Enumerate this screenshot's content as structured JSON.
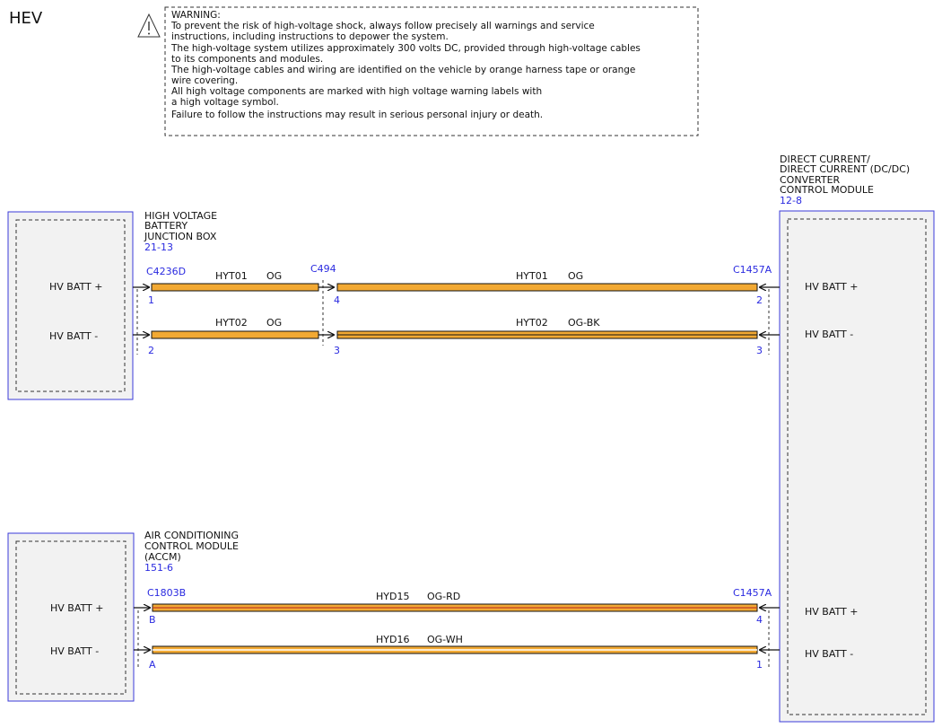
{
  "header": {
    "title": "HEV"
  },
  "warning": {
    "lines": [
      "WARNING:",
      "To prevent the risk of high-voltage shock, always follow precisely all warnings and service",
      "instructions, including instructions to depower the system.",
      "The high-voltage system utilizes approximately 300 volts DC, provided through high-voltage cables",
      "to its components and modules.",
      "The high-voltage cables and wiring are identified on the vehicle by orange harness tape or orange",
      "wire covering.",
      "All high voltage components are marked with high voltage warning labels with",
      "a high voltage symbol.",
      "Failure to follow the instructions may result in serious personal injury or death."
    ]
  },
  "components": {
    "hvbjb": {
      "name_lines": [
        "HIGH VOLTAGE",
        "BATTERY",
        "JUNCTION BOX"
      ],
      "ref": "21-13",
      "pin_pos": "HV BATT +",
      "pin_neg": "HV BATT -"
    },
    "accm": {
      "name_lines": [
        "AIR CONDITIONING",
        "CONTROL MODULE",
        "(ACCM)"
      ],
      "ref": "151-6",
      "pin_pos": "HV BATT +",
      "pin_neg": "HV BATT -"
    },
    "dcdc": {
      "name_lines": [
        "DIRECT CURRENT/",
        "DIRECT CURRENT (DC/DC)",
        "CONVERTER",
        "CONTROL MODULE"
      ],
      "ref": "12-8",
      "pin_pos_top": "HV BATT +",
      "pin_neg_top": "HV BATT -",
      "pin_pos_bot": "HV BATT +",
      "pin_neg_bot": "HV BATT -"
    }
  },
  "connectors": {
    "c4236d": {
      "id": "C4236D",
      "pin_a": "1",
      "pin_b": "2"
    },
    "c494": {
      "id": "C494",
      "pin_a": "4",
      "pin_b": "3"
    },
    "c1457a_top": {
      "id": "C1457A",
      "pin_a": "2",
      "pin_b": "3"
    },
    "c1803b": {
      "id": "C1803B",
      "pin_a": "B",
      "pin_b": "A"
    },
    "c1457a_bot": {
      "id": "C1457A",
      "pin_a": "4",
      "pin_b": "1"
    }
  },
  "wires": {
    "w1": {
      "circuit": "HYT01",
      "color": "OG"
    },
    "w2": {
      "circuit": "HYT01",
      "color": "OG"
    },
    "w3": {
      "circuit": "HYT02",
      "color": "OG"
    },
    "w4": {
      "circuit": "HYT02",
      "color": "OG-BK"
    },
    "w5": {
      "circuit": "HYD15",
      "color": "OG-RD"
    },
    "w6": {
      "circuit": "HYD16",
      "color": "OG-WH"
    }
  },
  "colors": {
    "link_blue": "#2a2ae0",
    "wire_orange": "#f2a933",
    "module_fill": "#f2f2f2",
    "module_border": "#3b3bd9"
  }
}
